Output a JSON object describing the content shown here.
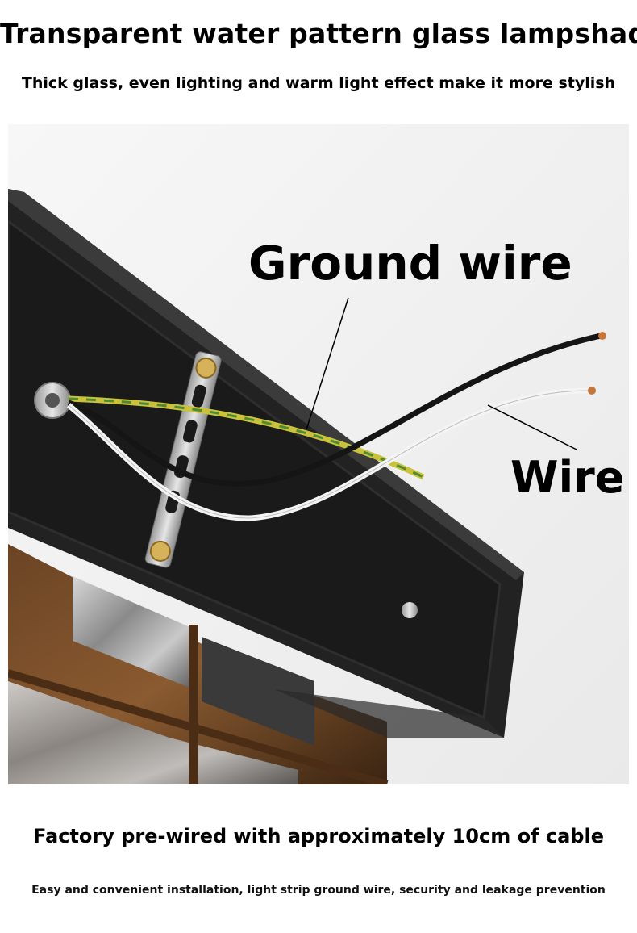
{
  "title": "Transparent water pattern glass lampshade",
  "subtitle": "Thick glass, even lighting and warm light effect make it more stylish",
  "photo": {
    "callouts": {
      "ground_wire": "Ground wire",
      "wire": "Wire"
    }
  },
  "caption": "Factory pre-wired with approximately 10cm of cable",
  "subcaption": "Easy and convenient installation, light strip ground wire, security and leakage prevention"
}
